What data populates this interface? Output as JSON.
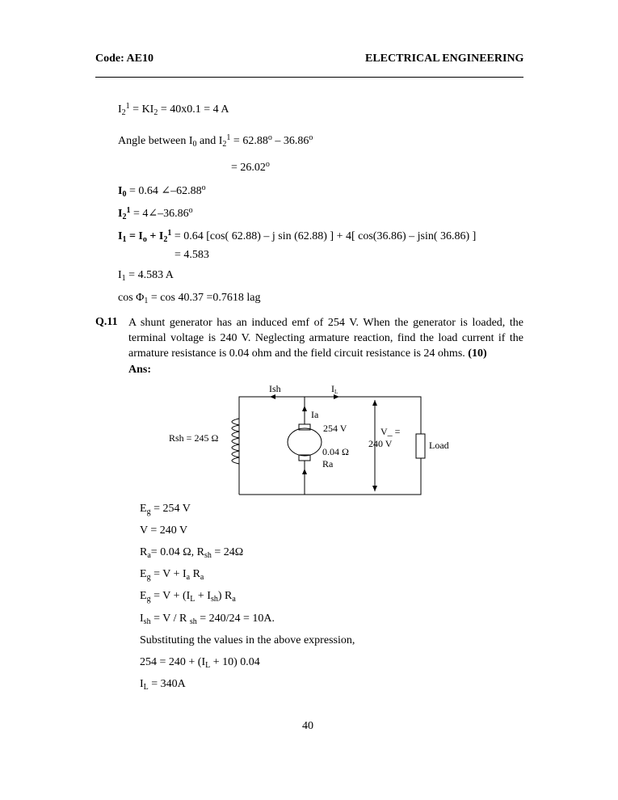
{
  "header": {
    "code": "Code: AE10",
    "subject": "ELECTRICAL ENGINEERING"
  },
  "part_a": {
    "l1_pre": "I",
    "l1_sub": "2",
    "l1_sup": "1",
    "l1_mid": " = KI",
    "l1_sub2": "2",
    "l1_post": " = 40x0.1 = 4 A",
    "l2_pre": "Angle between I",
    "l2_sub": "0",
    "l2_mid": " and I",
    "l2_sub2": "2",
    "l2_sup": "1",
    "l2_post": " = 62.88",
    "l2_deg1": "o",
    "l2_mid2": " – 36.86",
    "l2_deg2": "o",
    "l3": "= 26.02",
    "l3_deg": "o",
    "l4_b": "I",
    "l4_bsub": "0",
    "l4_post": " = 0.64 ∠–62.88",
    "l4_deg": "o",
    "l5_b": "I",
    "l5_bsub": "2",
    "l5_bsup": "1",
    "l5_post": " = 4∠–36.86",
    "l5_deg": "o",
    "l6_b1": "I",
    "l6_bsub1": "1",
    "l6_b2": " = I",
    "l6_bsub2": "o",
    "l6_b3": " + I",
    "l6_bsub3": "2",
    "l6_bsup3": "1",
    "l6_post": " = 0.64 [cos( 62.88) – j sin (62.88) ] + 4[ cos(36.86) – jsin( 36.86) ]",
    "l7": "= 4.583",
    "l8_pre": "I",
    "l8_sub": "1",
    "l8_post": " = 4.583 A",
    "l9_pre": "cos Φ",
    "l9_sub": "1",
    "l9_post": " = cos 40.37 =0.7618 lag"
  },
  "question": {
    "number": "Q.11",
    "text": "A shunt generator has an induced emf of 254 V.  When the generator is loaded, the terminal voltage is 240 V.  Neglecting armature reaction, find the load current if the armature resistance is 0.04 ohm and the field circuit resistance is 24 ohms.",
    "marks": "(10)",
    "ans_label": "Ans:"
  },
  "circuit": {
    "ish": "Ish",
    "il": "I",
    "il_sub": "L",
    "ia": "Ia",
    "rsh": "Rsh = 245 Ω",
    "emf": "254 V",
    "ra_val": "0.04 Ω",
    "ra": "Ra",
    "v_label": "V_ =",
    "v_val": "240 V",
    "load": "Load"
  },
  "part_b": {
    "e1_pre": "E",
    "e1_sub": "g",
    "e1_post": " = 254 V",
    "e2": "V = 240 V",
    "e3_pre": "R",
    "e3_sub": "a",
    "e3_mid": "= 0.04 Ω, R",
    "e3_sub2": "sh",
    "e3_post": " = 24Ω",
    "e4_pre": "E",
    "e4_sub": "g",
    "e4_mid": " = V + I",
    "e4_sub2": "a",
    "e4_mid2": " R",
    "e4_sub3": "a",
    "e5_pre": "E",
    "e5_sub": "g",
    "e5_mid": " = V + (I",
    "e5_sub2": "L",
    "e5_mid2": " + I",
    "e5_sub3": "sh",
    "e5_mid3": ") R",
    "e5_sub4": "a",
    "e6_pre": "I",
    "e6_sub": "sh",
    "e6_mid": " = V / R ",
    "e6_sub2": "sh",
    "e6_post": " = 240/24 = 10A.",
    "e7": "Substituting the values in the above expression,",
    "e8_pre": "254 = 240 + (I",
    "e8_sub": "L",
    "e8_post": " + 10) 0.04",
    "e9_pre": "I",
    "e9_sub": "L",
    "e9_post": " = 340A"
  },
  "footer": {
    "page_number": "40"
  }
}
